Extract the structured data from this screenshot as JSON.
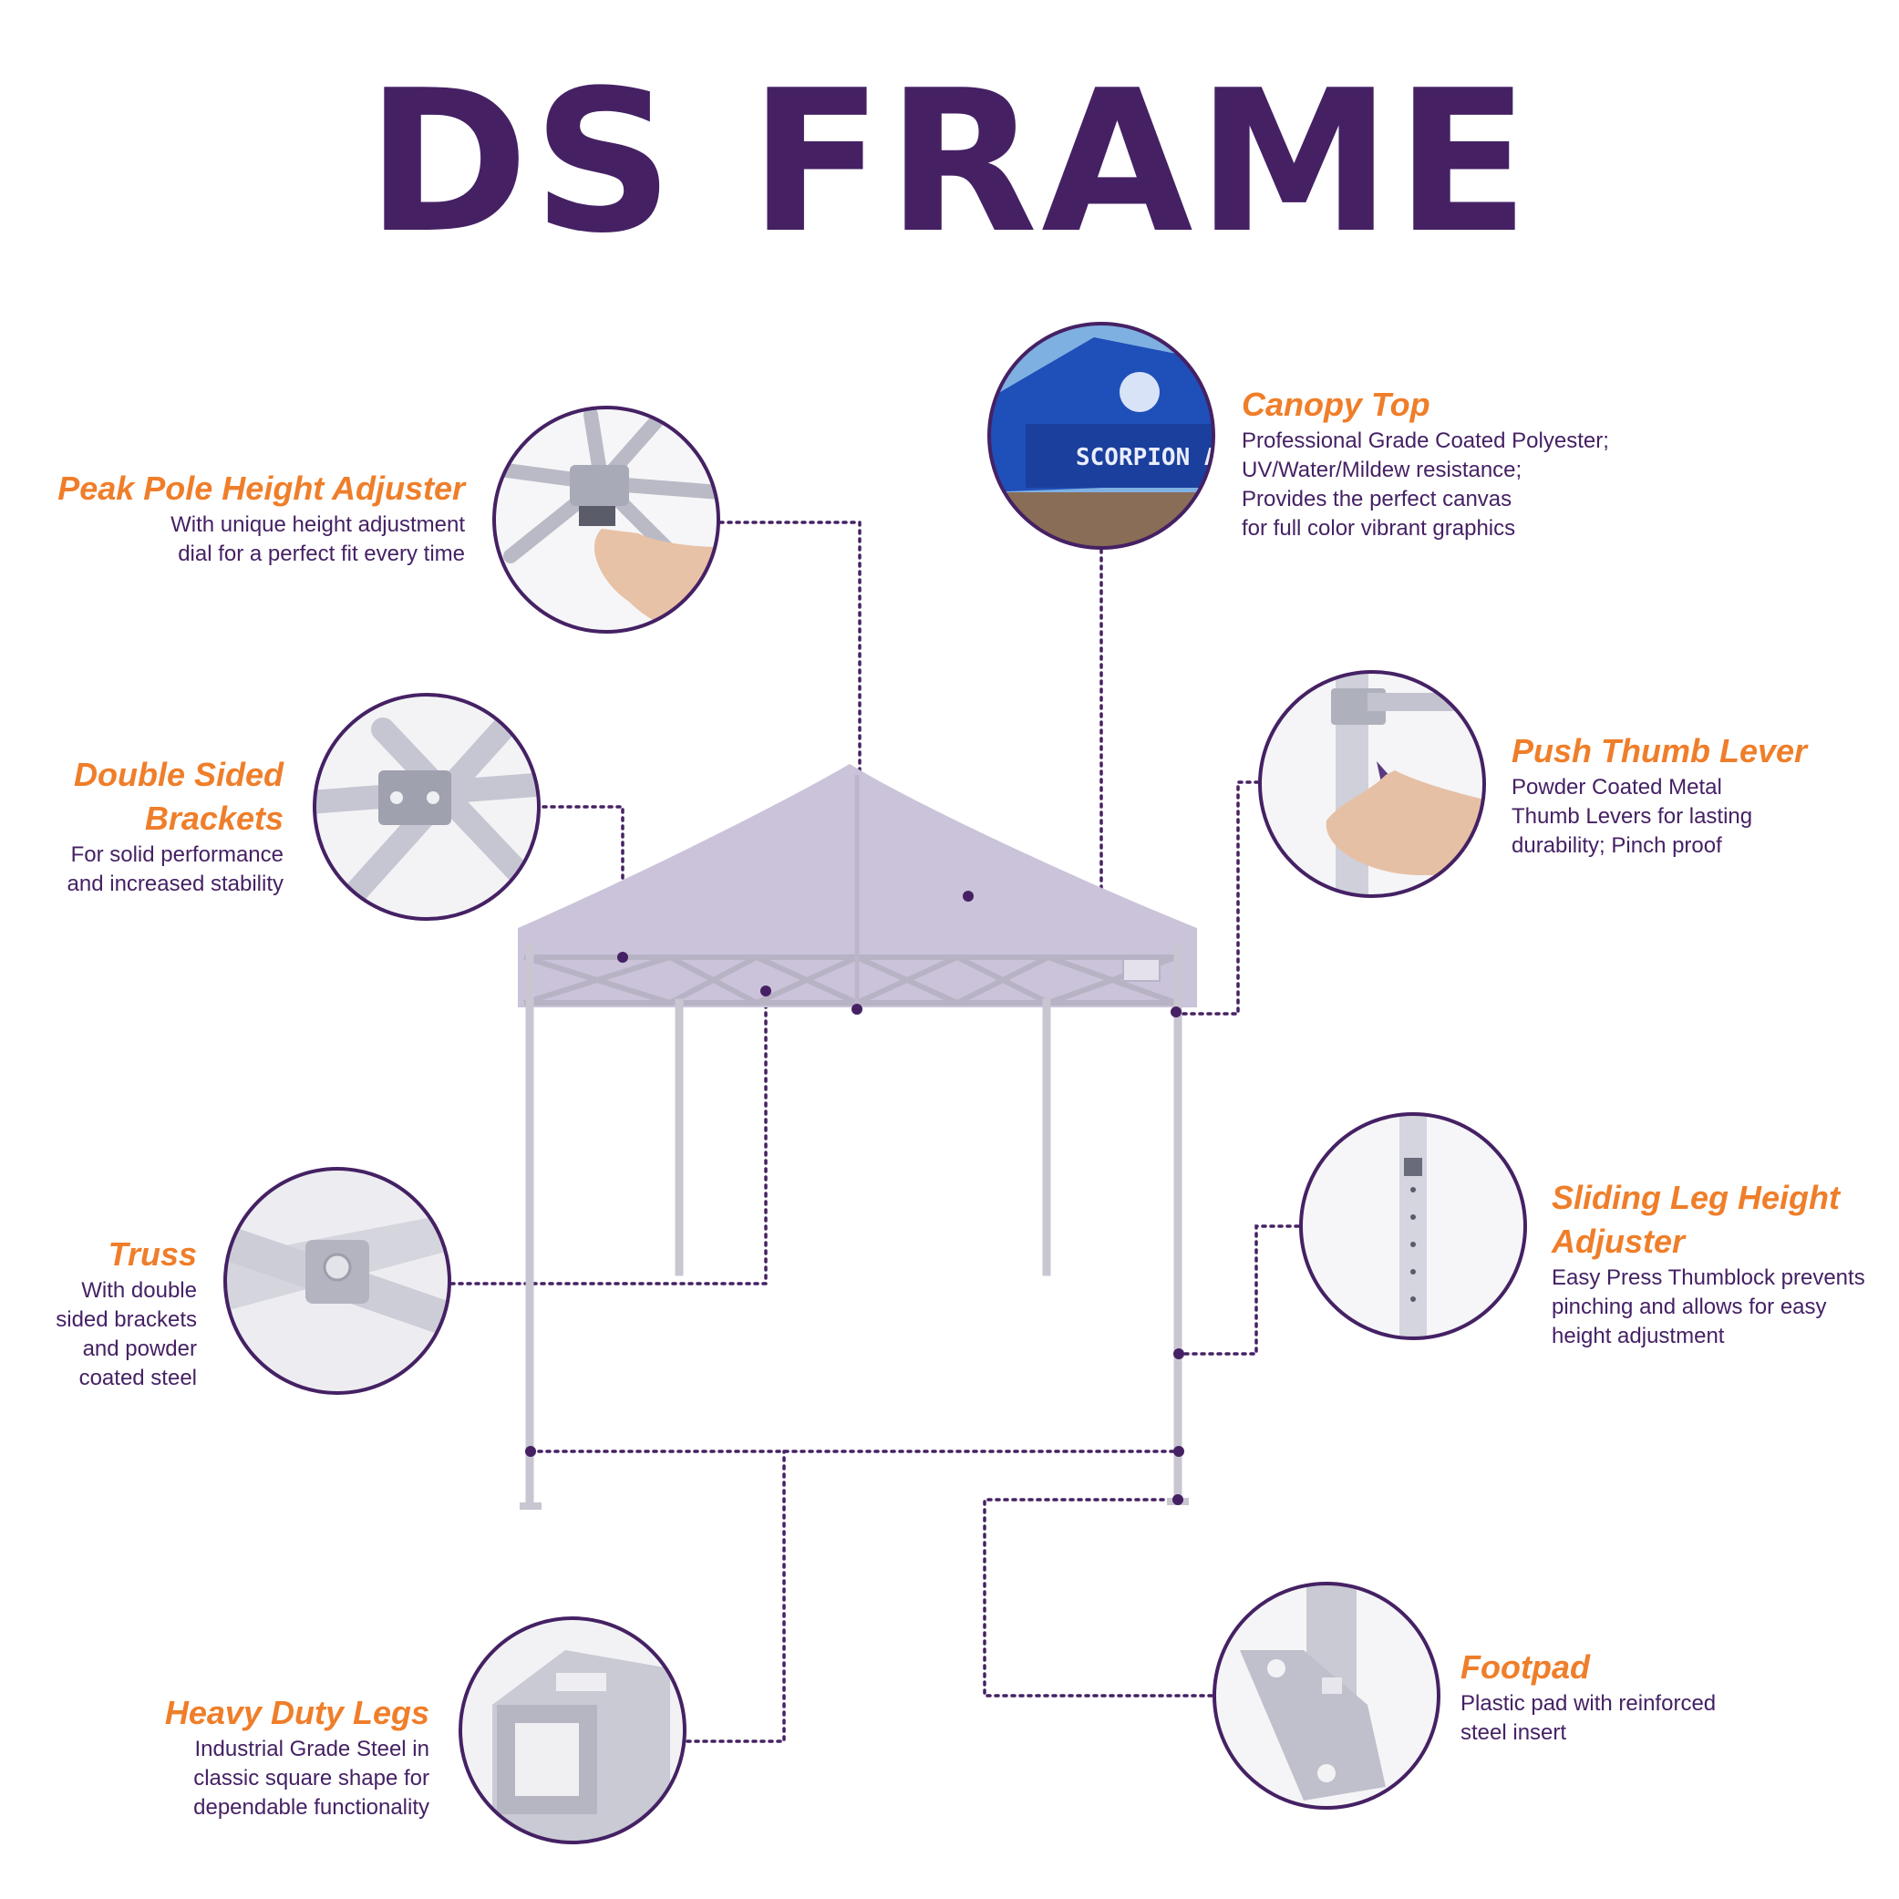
{
  "title": "DS FRAME",
  "colors": {
    "brand_purple": "#452164",
    "accent_orange": "#ef7e2a",
    "canopy_lilac": "#cbc3d9",
    "frame_gray": "#c9c6d2"
  },
  "features": [
    {
      "id": "peak-pole",
      "heading": "Peak Pole Height Adjuster",
      "lines": [
        "With unique height adjustment",
        "dial for a perfect fit every time"
      ]
    },
    {
      "id": "canopy-top",
      "heading": "Canopy Top",
      "lines": [
        "Professional Grade Coated Polyester;",
        "UV/Water/Mildew resistance;",
        "Provides the perfect canvas",
        "for full color vibrant graphics"
      ]
    },
    {
      "id": "double-sided",
      "heading_lines": [
        "Double Sided",
        "Brackets"
      ],
      "lines": [
        "For solid performance",
        "and  increased stability"
      ]
    },
    {
      "id": "push-thumb",
      "heading": "Push Thumb Lever",
      "lines": [
        "Powder Coated Metal",
        "Thumb Levers for lasting",
        "durability; Pinch proof"
      ]
    },
    {
      "id": "truss",
      "heading": "Truss",
      "lines": [
        "With double",
        "sided brackets",
        "and powder",
        "coated steel"
      ]
    },
    {
      "id": "sliding-leg",
      "heading_lines": [
        "Sliding Leg Height",
        "Adjuster"
      ],
      "lines": [
        "Easy Press Thumblock prevents",
        "pinching and allows for easy",
        "height adjustment"
      ]
    },
    {
      "id": "heavy-legs",
      "heading": "Heavy Duty Legs",
      "lines": [
        "Industrial Grade Steel in",
        "classic square shape for",
        "dependable functionality"
      ]
    },
    {
      "id": "footpad",
      "heading": "Footpad",
      "lines": [
        "Plastic pad with reinforced",
        "steel insert"
      ]
    }
  ],
  "canopy_print_text": "SCORPION AT"
}
